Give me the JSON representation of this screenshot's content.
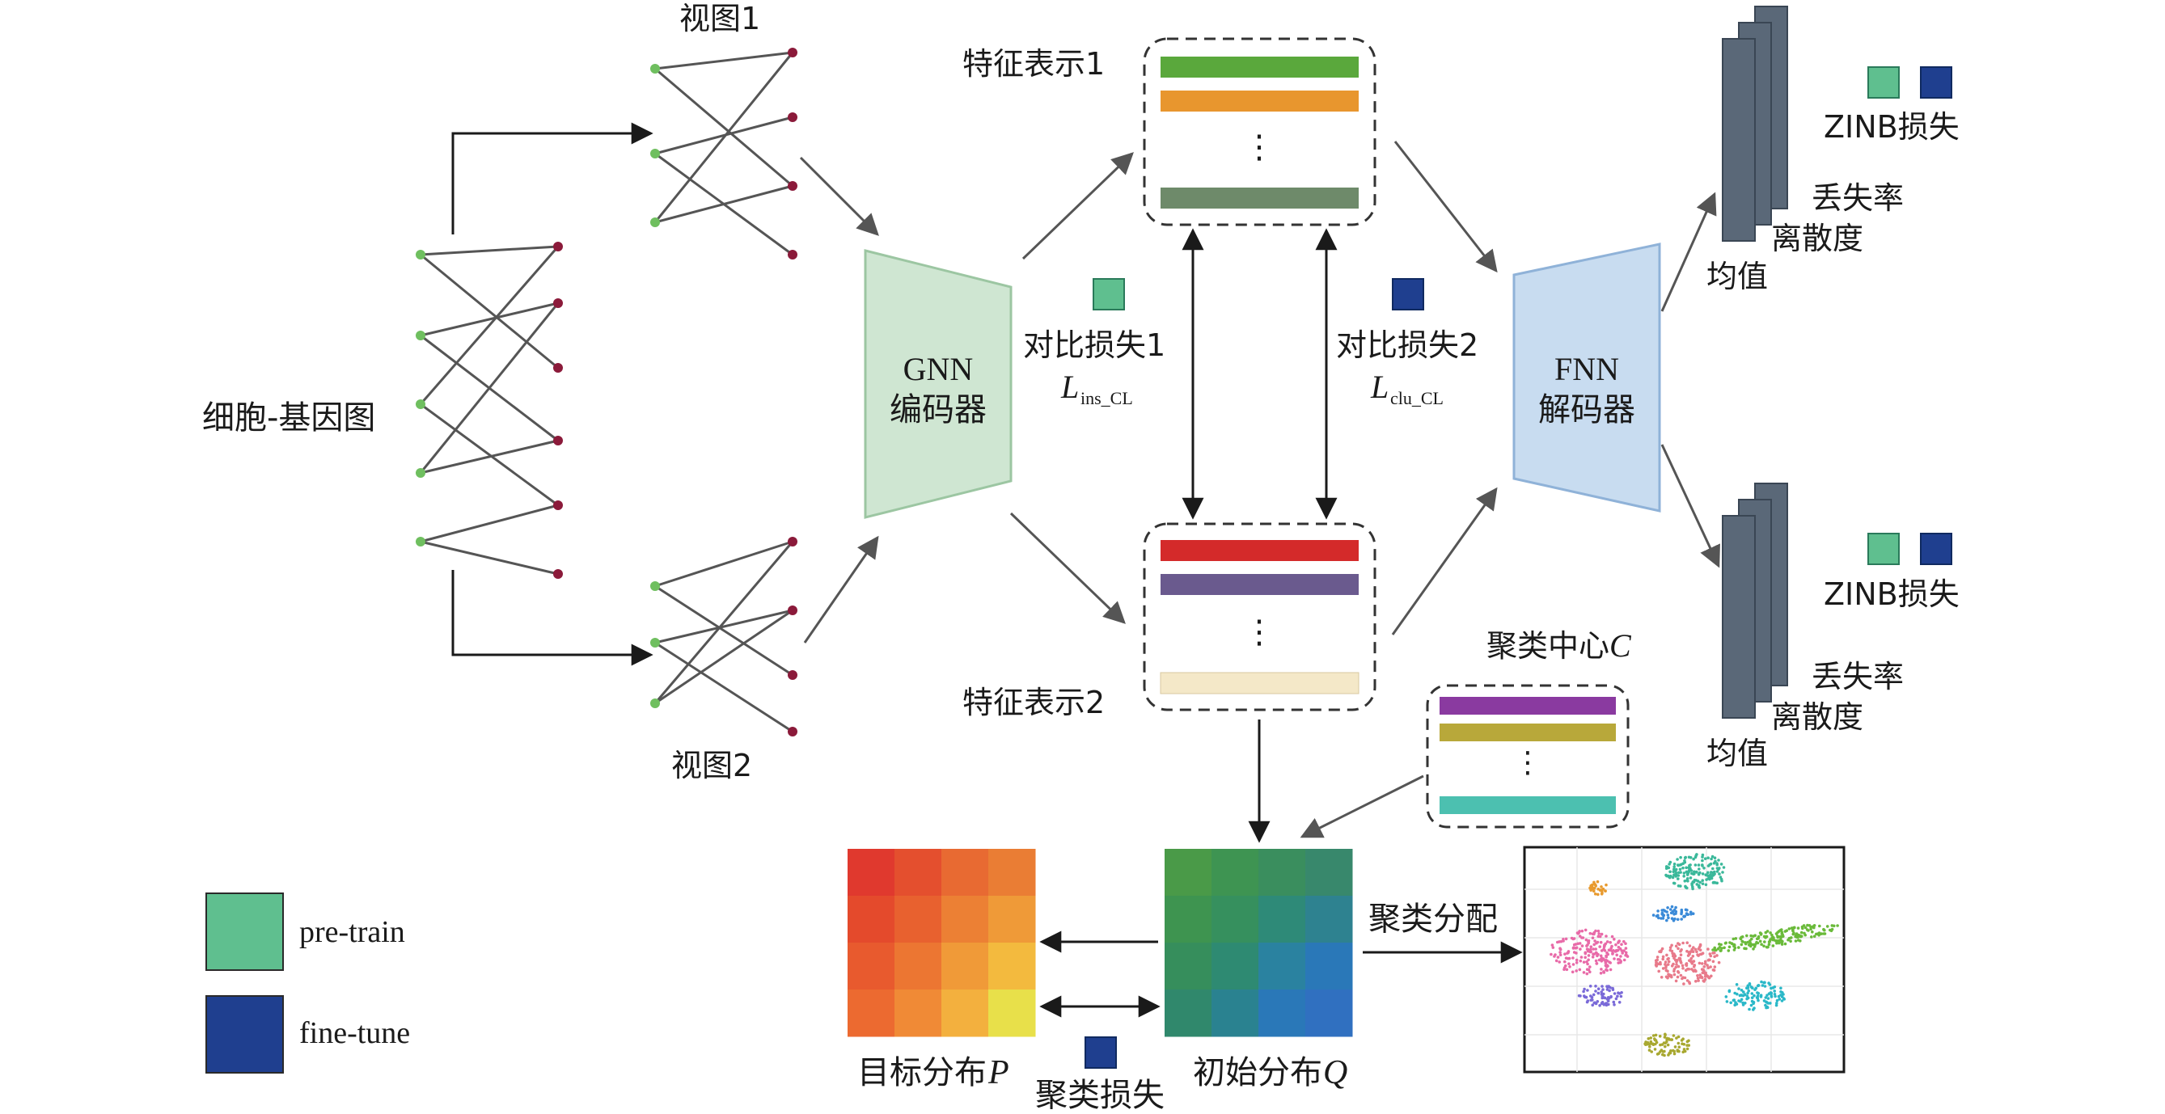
{
  "labels": {
    "cell_gene_graph": "细胞-基因图",
    "view1": "视图1",
    "view2": "视图2",
    "feature_rep1": "特征表示1",
    "feature_rep2": "特征表示2",
    "gnn_line1": "GNN",
    "gnn_line2": "编码器",
    "fnn_line1": "FNN",
    "fnn_line2": "解码器",
    "contrast_loss1": "对比损失1",
    "contrast_loss2": "对比损失2",
    "l_ins_main": "L",
    "l_ins_sub": "ins_CL",
    "l_clu_main": "L",
    "l_clu_sub": "clu_CL",
    "cluster_center": "聚类中心",
    "cluster_center_var": "C",
    "zinb_loss_top": "ZINB损失",
    "zinb_loss_bottom": "ZINB损失",
    "dropout_top": "丢失率",
    "dispersion_top": "离散度",
    "mean_top": "均值",
    "dropout_bottom": "丢失率",
    "dispersion_bottom": "离散度",
    "mean_bottom": "均值",
    "target_dist": "目标分布",
    "target_dist_var": "P",
    "initial_dist": "初始分布",
    "initial_dist_var": "Q",
    "cluster_assign": "聚类分配",
    "cluster_loss": "聚类损失",
    "ellipsis": "⋮"
  },
  "legend": [
    {
      "label": "pre-train",
      "color": "#5fbf8f"
    },
    {
      "label": "fine-tune",
      "color": "#1f3f8f"
    }
  ],
  "colors": {
    "pretrain": "#5fbf8f",
    "finetune": "#1f3f8f",
    "gene_node": "#6fbf5f",
    "cell_node": "#8b1a3a",
    "gnn_fill": "#cfe6d2",
    "fnn_fill": "#c8dcf0",
    "decoder_stack": "#5a6878"
  },
  "feature_rep1_bars": [
    "#5aa83c",
    "#e8962e",
    "#6e8a6a"
  ],
  "feature_rep2_bars": [
    "#d42a2a",
    "#6a5a8e",
    "#f4e8c8"
  ],
  "cluster_center_bars": [
    "#8a3aa0",
    "#b8a83a",
    "#4cc0b0"
  ],
  "target_heatmap": [
    [
      "#e0392e",
      "#e44f2e",
      "#e86a32",
      "#ea7d34"
    ],
    [
      "#e44a2c",
      "#e8612f",
      "#ec8034",
      "#ef9a38"
    ],
    [
      "#e85a2e",
      "#ec7632",
      "#f09a38",
      "#f3ba3e"
    ],
    [
      "#ec6a30",
      "#f08a36",
      "#f3b03e",
      "#e8e04a"
    ]
  ],
  "initial_heatmap": [
    [
      "#4a9a48",
      "#3e9452",
      "#3a8e5e",
      "#38886c"
    ],
    [
      "#3e9450",
      "#36905e",
      "#2e8a78",
      "#2e8290"
    ],
    [
      "#368e5c",
      "#2e8a72",
      "#2a82a0",
      "#2a78b8"
    ],
    [
      "#30886c",
      "#2a8290",
      "#2a78b8",
      "#3070c0"
    ]
  ],
  "clusters": [
    {
      "color": "#e89a2e"
    },
    {
      "color": "#3ab89a"
    },
    {
      "color": "#3a8ad8"
    },
    {
      "color": "#6aba3a"
    },
    {
      "color": "#e86aa8"
    },
    {
      "color": "#e87a8a"
    },
    {
      "color": "#7a6ad8"
    },
    {
      "color": "#2ab8c8"
    },
    {
      "color": "#a8a830"
    }
  ]
}
